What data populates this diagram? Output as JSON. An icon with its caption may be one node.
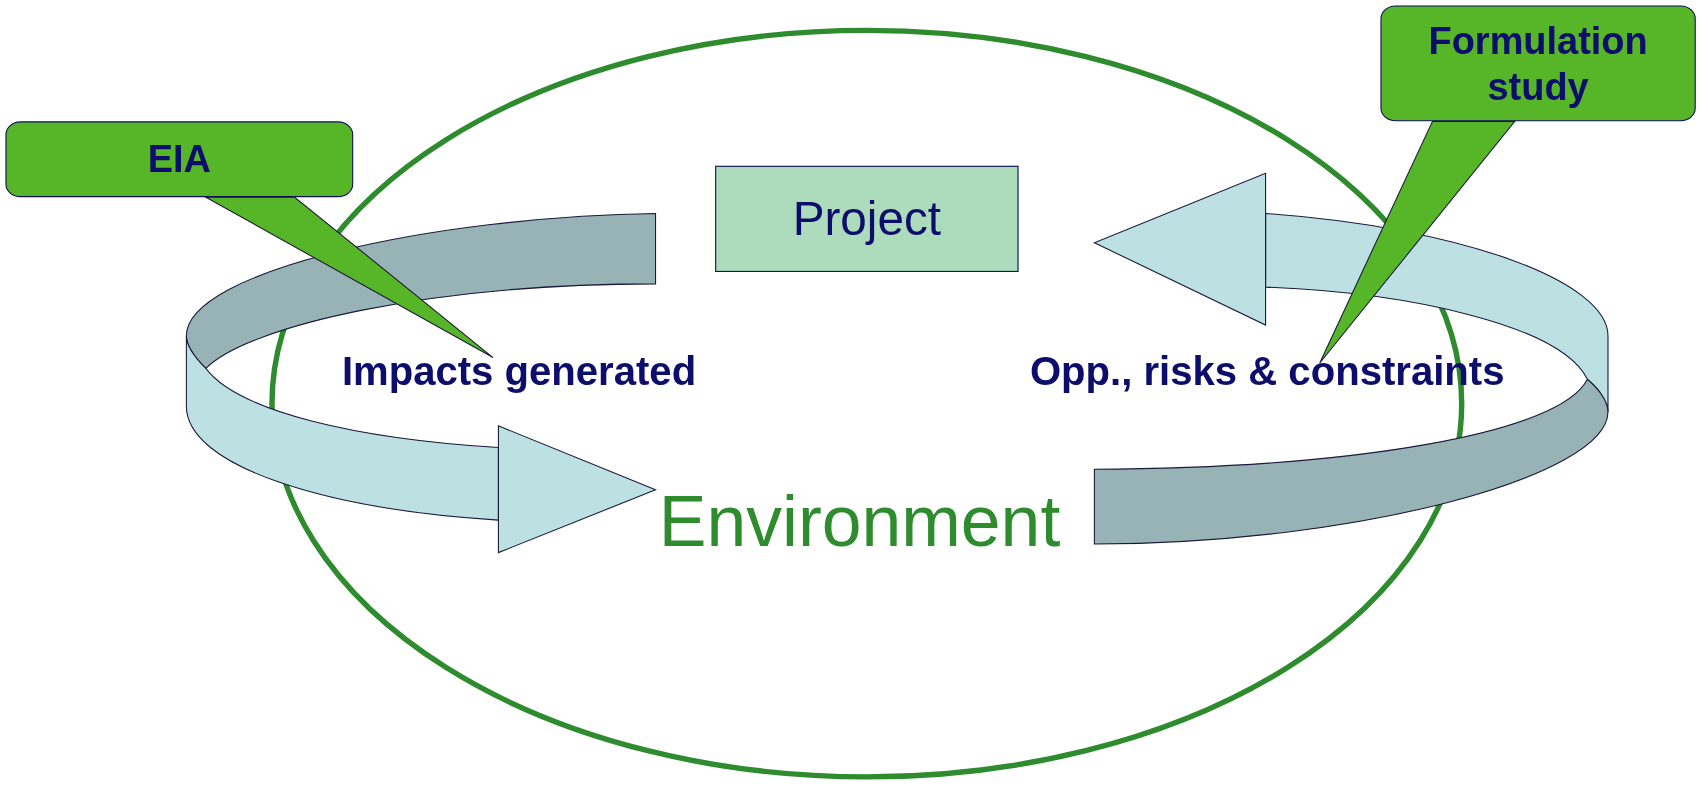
{
  "diagram": {
    "nodes": [
      {
        "text": [
          "Formulation study"
        ]
      },
      {
        "text": [
          "EIA"
        ]
      },
      {
        "text": [
          "Environment"
        ]
      },
      {
        "text": [
          "Project"
        ],
        "in": 2
      },
      {
        "text": [
          "Impacts generated"
        ],
        "in": 2
      },
      {
        "text": [
          "Opp., risks & constraints"
        ]
      }
    ],
    "edges": [
      {
        "from": 3,
        "to": 2,
        "arrow": "to"
      },
      {
        "from": 2,
        "to": 3,
        "arrow": "to"
      },
      {
        "from": 1,
        "to": 4,
        "arrow": "none"
      },
      {
        "from": 0,
        "to": 5,
        "arrow": "none"
      }
    ]
  }
}
